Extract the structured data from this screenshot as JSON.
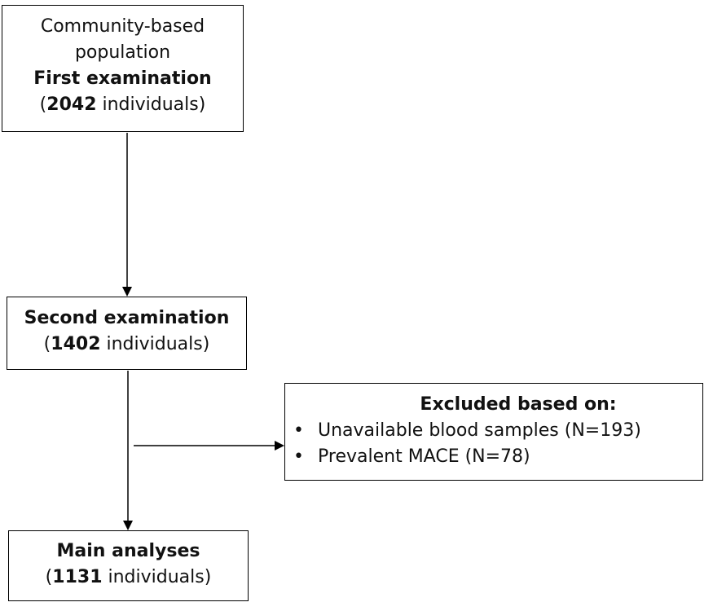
{
  "first_box": {
    "line1": "Community-based",
    "line2": "population",
    "title": "First examination",
    "count": "2042",
    "count_suffix": " individuals)",
    "count_prefix": "("
  },
  "second_box": {
    "title": "Second examination",
    "count": "1402",
    "count_suffix": " individuals)",
    "count_prefix": "("
  },
  "excluded_box": {
    "title": "Excluded based on:",
    "items": [
      {
        "bullet": "•",
        "label": "Unavailable blood samples (N=193)"
      },
      {
        "bullet": "•",
        "label": "Prevalent MACE (N=78)"
      }
    ]
  },
  "main_box": {
    "title": "Main analyses",
    "count": "1131",
    "count_suffix": " individuals)",
    "count_prefix": "("
  },
  "colors": {
    "stroke": "#000000",
    "background": "#ffffff",
    "text": "#111111"
  }
}
